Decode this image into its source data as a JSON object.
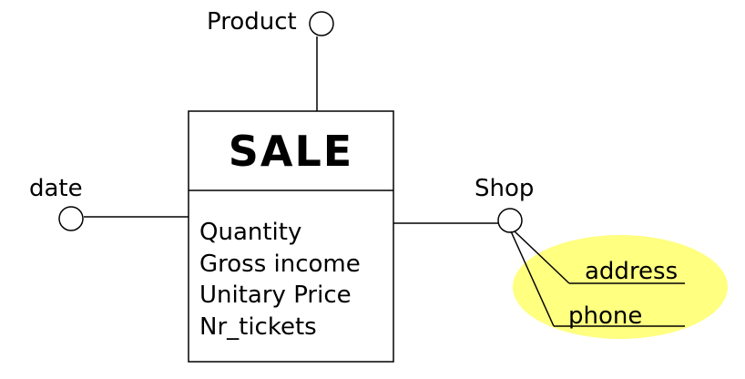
{
  "fact": {
    "name": "SALE",
    "measures": [
      "Quantity",
      "Gross income",
      "Unitary Price",
      "Nr_tickets"
    ]
  },
  "dimensions": {
    "product": "Product",
    "date": "date",
    "shop": "Shop"
  },
  "shop_attributes": {
    "address": "address",
    "phone": "phone"
  },
  "colors": {
    "highlight": "#FFFF80",
    "line": "#000000"
  }
}
